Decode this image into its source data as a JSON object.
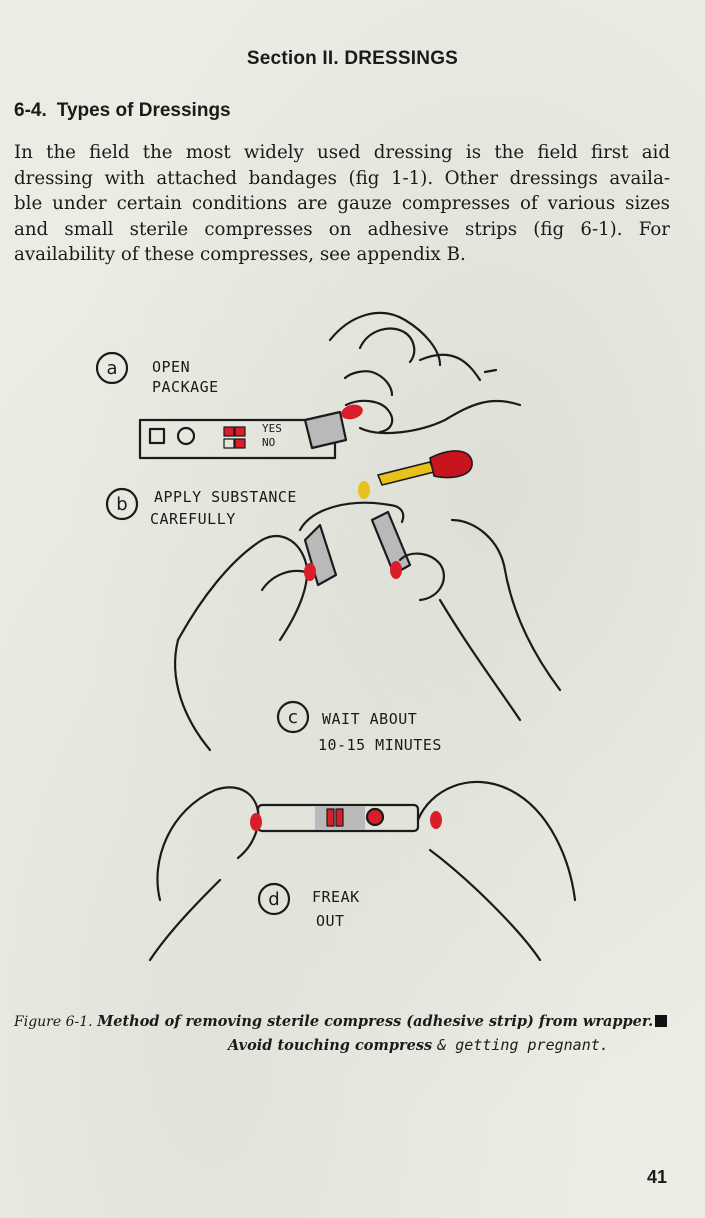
{
  "section_title": "Section II. DRESSINGS",
  "paragraph": {
    "number": "6-4.",
    "heading": "Types of Dressings",
    "lines": [
      "In the field the most widely used dressing is the field first aid",
      "dressing with attached bandages (fig 1-1). Other dressings availa-",
      "ble under certain conditions are gauze compresses of various sizes",
      "and small sterile compresses on adhesive strips (fig 6-1). For",
      "availability of these compresses, see appendix B."
    ]
  },
  "figure": {
    "steps": [
      {
        "letter": "a",
        "label_lines": [
          "OPEN",
          "PACKAGE"
        ]
      },
      {
        "letter": "b",
        "label_lines": [
          "APPLY SUBSTANCE",
          "CAREFULLY"
        ]
      },
      {
        "letter": "c",
        "label_lines": [
          "WAIT ABOUT",
          "10-15 MINUTES"
        ]
      },
      {
        "letter": "d",
        "label_lines": [
          "FREAK",
          "OUT"
        ]
      }
    ],
    "test_strip": {
      "yes_label": "YES",
      "no_label": "NO"
    },
    "caption_number": "Figure 6-1.",
    "caption_text": "Method of removing sterile compress (adhesive strip) from wrapper.",
    "caption_line2_printed": "Avoid touching compress",
    "caption_line2_handwritten": "& getting pregnant."
  },
  "page_number": "41",
  "colors": {
    "paper": "#ecece4",
    "ink": "#1b1b1b",
    "nail_red": "#d81e2a",
    "dropper_red": "#c8141e",
    "dropper_yellow": "#e8c21a",
    "gauze_gray": "#b9b9b9"
  }
}
